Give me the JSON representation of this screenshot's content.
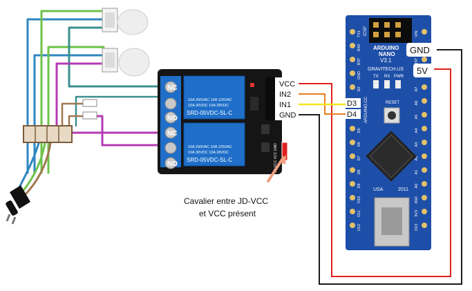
{
  "relay_module": {
    "pins_right": [
      "VCC",
      "IN2",
      "IN1",
      "GND"
    ],
    "relay_model": "SRD-05VDC-SL-C",
    "relay_rating_a": "10A 250VAC  10A 125VAC",
    "relay_rating_b": "10A  30VDC  10A  28VDC",
    "terminal_labels": [
      "NC",
      "NO",
      "NC",
      "NO"
    ],
    "jumper_label": "JD-VCC  VCC  GND"
  },
  "arduino": {
    "labels": {
      "gnd": "GND",
      "v5": "5V",
      "d3": "D3",
      "d4": "D4",
      "name1": "ARDUINO",
      "name2": "NANO",
      "name3": "V3.1",
      "maker": "GRAVITECH.US",
      "reset": "RESET",
      "usa": "USA",
      "year": "2011",
      "side": "ARDUINO.CC",
      "leds": [
        "TX",
        "RX",
        "PWR"
      ]
    },
    "left_pins": [
      "TX1",
      "RX0",
      "RST",
      "GND",
      "D2",
      "D3",
      "D4",
      "D5",
      "D6",
      "D7",
      "D8",
      "D9",
      "D10",
      "D11",
      "D12"
    ],
    "right_pins": [
      "VIN",
      "GND",
      "RST",
      "5V",
      "A7",
      "A6",
      "A5",
      "A4",
      "A3",
      "A2",
      "A1",
      "A0",
      "REF",
      "3V3",
      "D13"
    ],
    "header_label": "ICSP"
  },
  "annotation": {
    "line1": "Cavalier entre JD-VCC",
    "line2": "et VCC présent"
  },
  "colors": {
    "wire_red": "#e0201a",
    "wire_black": "#1a1a1a",
    "wire_yellow": "#f3e61a",
    "wire_green": "#6cc24a",
    "wire_blue": "#2e86c1",
    "wire_teal": "#3a8f8f",
    "wire_magenta": "#b43ab4",
    "wire_brown": "#a07850",
    "relay_blue": "#1f6fc9",
    "board_blue": "#1e4fa8",
    "pcb_black": "#151515"
  },
  "icons": [
    "bulb-icon",
    "plug-icon",
    "terminal-block-icon",
    "usb-connector-icon",
    "chip-icon",
    "arrow-icon"
  ]
}
